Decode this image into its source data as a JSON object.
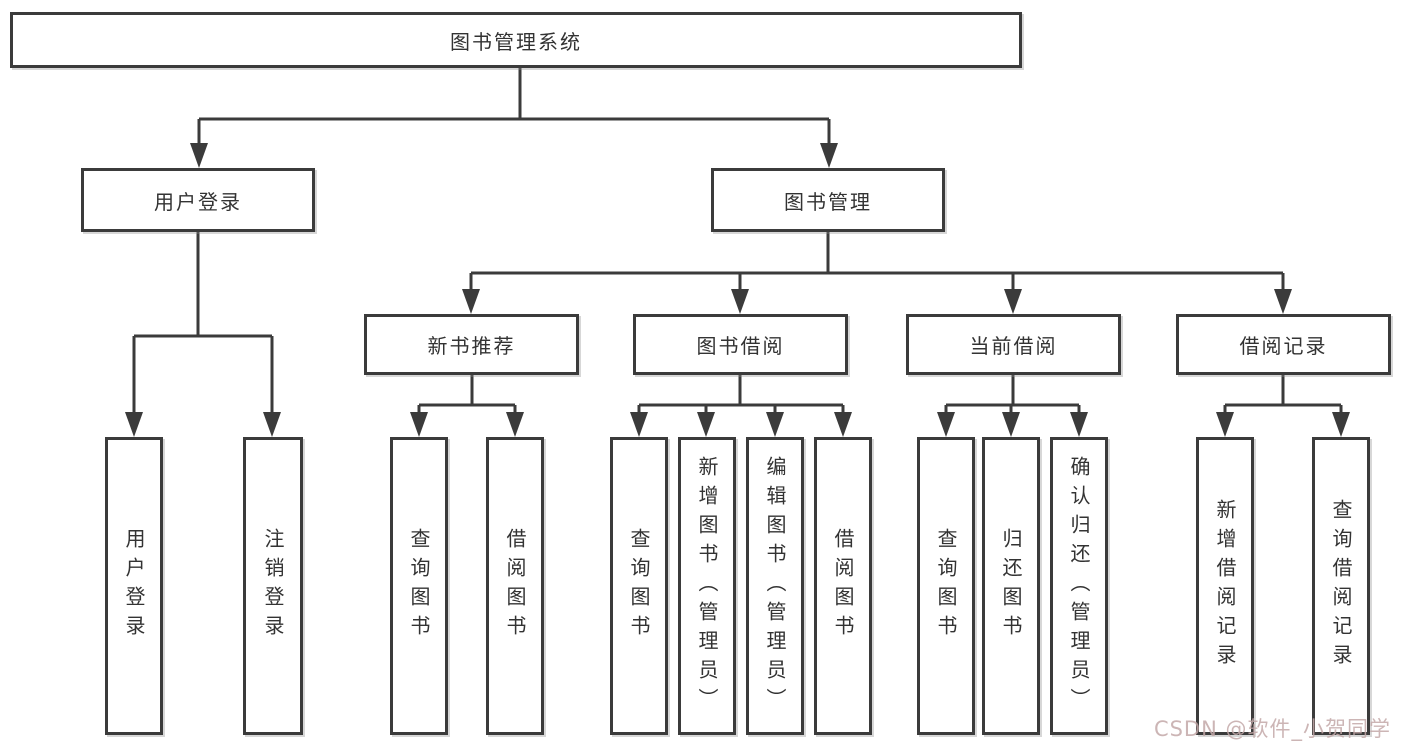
{
  "diagram": {
    "root": {
      "label": "图书管理系统"
    },
    "level2": [
      {
        "id": "user-login",
        "label": "用户登录"
      },
      {
        "id": "book-management",
        "label": "图书管理"
      }
    ],
    "level3": [
      {
        "id": "new-book-recommend",
        "label": "新书推荐"
      },
      {
        "id": "book-borrow",
        "label": "图书借阅"
      },
      {
        "id": "current-borrow",
        "label": "当前借阅"
      },
      {
        "id": "borrow-record",
        "label": "借阅记录"
      }
    ],
    "leaves": {
      "user_login": [
        "用户登录",
        "注销登录"
      ],
      "new_book_recommend": [
        "查询图书",
        "借阅图书"
      ],
      "book_borrow": [
        "查询图书",
        "新增图书（管理员）",
        "编辑图书（管理员）",
        "借阅图书"
      ],
      "current_borrow": [
        "查询图书",
        "归还图书",
        "确认归还（管理员）"
      ],
      "borrow_record": [
        "新增借阅记录",
        "查询借阅记录"
      ]
    },
    "colors": {
      "line": "#3b3b3b",
      "text": "#333333",
      "background": "#ffffff",
      "watermark": "#c3a8a8"
    }
  },
  "watermark": {
    "text": "CSDN @软件_小贺同学"
  }
}
